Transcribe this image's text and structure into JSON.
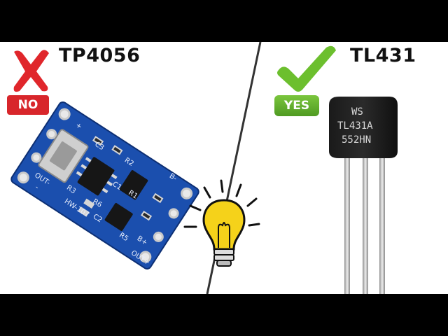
{
  "left": {
    "title": "TP4056",
    "badge": "NO",
    "icon": "red-x-icon",
    "board_labels": {
      "c3": "C3",
      "r3": "R3",
      "model": "HW-107",
      "r2": "R2",
      "r6": "R6",
      "c1": "C1",
      "c2": "C2",
      "r1": "R1",
      "r5": "R5",
      "out_minus_left": "OUT-",
      "b_minus": "B-",
      "b_plus": "B+",
      "out_plus": "OUT+",
      "plus": "+",
      "minus": "-"
    }
  },
  "right": {
    "title": "TL431",
    "badge": "YES",
    "icon": "green-check-icon",
    "chip_lines": [
      "WS",
      "TL431A",
      "552HN"
    ]
  },
  "center_icon": "lightbulb-icon",
  "colors": {
    "no": "#d8262b",
    "yes": "#5aa82a",
    "pcb": "#1b4fae",
    "bulb": "#f5d21a"
  }
}
